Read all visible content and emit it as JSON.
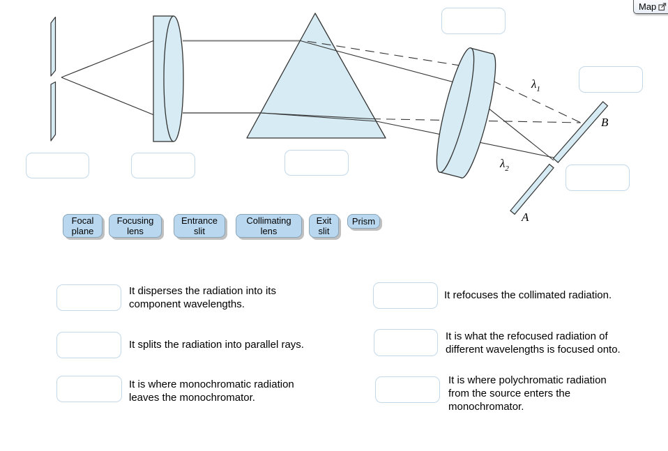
{
  "map_button": {
    "label": "Map"
  },
  "diagram": {
    "labels": {
      "lambda1_base": "λ",
      "lambda1_sub": "1",
      "lambda2_base": "λ",
      "lambda2_sub": "2",
      "plate_a": "A",
      "plate_b": "B"
    },
    "drop_slots": [
      {
        "id": "slot-entrance-slit"
      },
      {
        "id": "slot-collimating-lens"
      },
      {
        "id": "slot-prism"
      },
      {
        "id": "slot-focusing-lens"
      },
      {
        "id": "slot-plate-b"
      },
      {
        "id": "slot-plate-a"
      }
    ]
  },
  "chips": [
    {
      "label": "Focal plane"
    },
    {
      "label": "Focusing lens"
    },
    {
      "label": "Entrance slit"
    },
    {
      "label": "Collimating lens"
    },
    {
      "label": "Exit slit"
    },
    {
      "label": "Prism"
    }
  ],
  "statements": {
    "left": [
      {
        "text": "It disperses the radiation into its\ncomponent wavelengths."
      },
      {
        "text": "It splits the radiation into parallel rays."
      },
      {
        "text": "It is where monochromatic radiation\nleaves the monochromator."
      }
    ],
    "right": [
      {
        "text": "It refocuses the collimated radiation."
      },
      {
        "text": "It is what the refocused radiation of\ndifferent wavelengths is focused onto."
      },
      {
        "text": "It is where polychromatic radiation\nfrom the source enters the\nmonochromator."
      }
    ]
  },
  "colors": {
    "optic_fill": "#d6ebf3",
    "optic_stroke": "#333333",
    "gray_ray": "#808080",
    "chip_fill": "#b9d8ef",
    "slot_border": "#c3d9e9",
    "chip_shadow": "#bfbfbf"
  }
}
